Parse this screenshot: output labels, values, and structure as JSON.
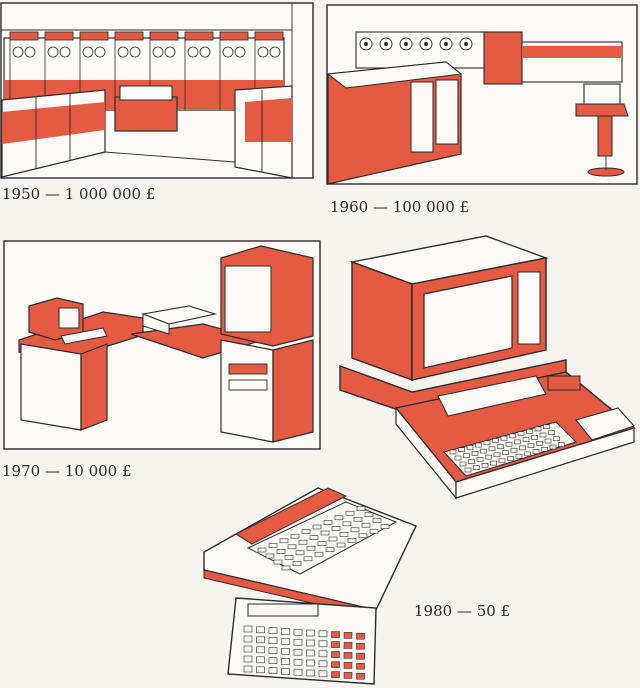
{
  "colors": {
    "accent": "#e55a43",
    "ink": "#2b2b2b",
    "paper": "#f6f4ee"
  },
  "eras": [
    {
      "caption": "1950 — 1 000 000 £"
    },
    {
      "caption": "1960 — 100 000 £"
    },
    {
      "caption": "1970 — 10 000 £"
    },
    {
      "caption": "1980 — 50 £"
    }
  ]
}
